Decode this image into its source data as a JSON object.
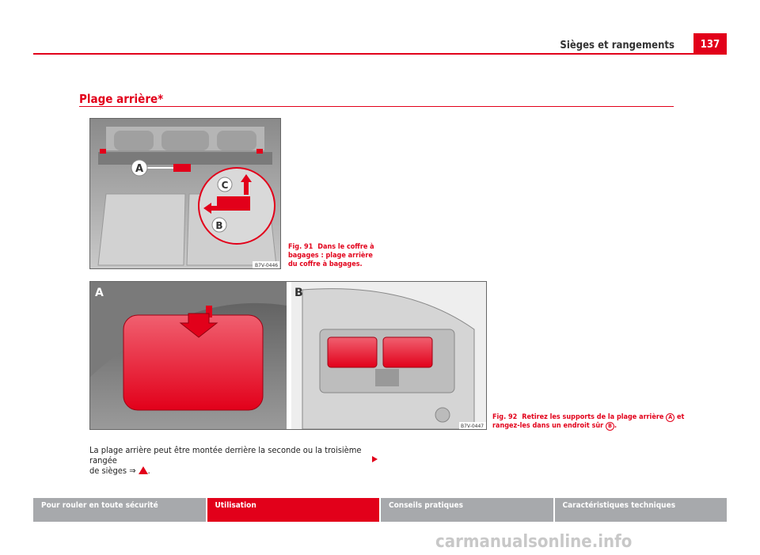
{
  "header": {
    "title": "Sièges et rangements",
    "page": "137"
  },
  "section": {
    "title": "Plage arrière*"
  },
  "fig91": {
    "num": "Fig. 91",
    "caption_lines": [
      "Dans le coffre à",
      "bagages : plage arrière",
      "du coffre à bagages."
    ],
    "label_a": "A",
    "label_b": "B",
    "label_c": "C",
    "code": "B7V-0446"
  },
  "fig92": {
    "num": "Fig. 92",
    "caption_text": "Retirez les supports de la plage arrière",
    "circle_a": "A",
    "caption_mid": "et",
    "caption_line2": "rangez-les dans un endroit sûr",
    "circle_b": "B",
    "caption_end": ".",
    "label_a": "A",
    "label_b": "B",
    "code": "B7V-0447"
  },
  "body": {
    "line1": "La plage arrière peut être montée derrière la seconde ou la troisième rangée",
    "line2_start": "de sièges ⇒",
    "line2_end": "."
  },
  "footer": {
    "tabs": [
      "Pour rouler en toute sécurité",
      "Utilisation",
      "Conseils pratiques",
      "Caractéristiques techniques"
    ],
    "active_index": 1
  },
  "watermark": "carmanualsonline.info"
}
